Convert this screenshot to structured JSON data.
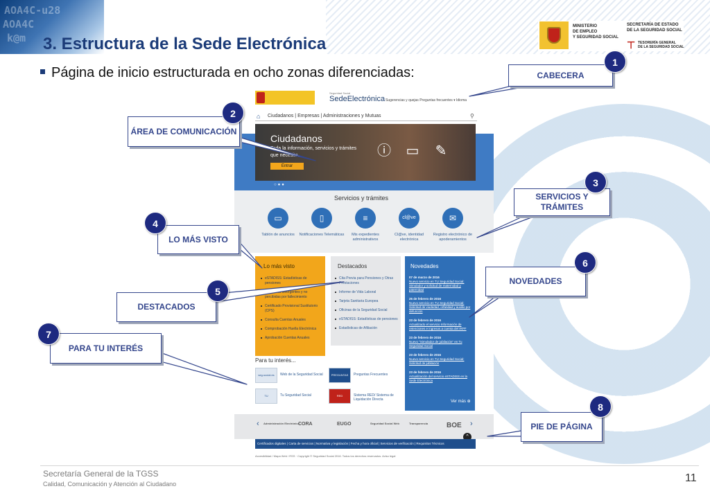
{
  "slide": {
    "title": "3. Estructura de la Sede Electrónica",
    "subtitle": "Página de inicio estructurada en ocho zonas diferenciadas:",
    "footer_org": "Secretaría General de la TGSS",
    "footer_dept": "Calidad, Comunicación y Atención al Ciudadano",
    "page_number": "11"
  },
  "logos": {
    "ministry": "MINISTERIO\nDE EMPLEO\nY SEGURIDAD SOCIAL",
    "secretary": "SECRETARÍA DE ESTADO\nDE LA SEGURIDAD SOCIAL",
    "tgss": "TESORERÍA GENERAL\nDE LA SEGURIDAD SOCIAL"
  },
  "site": {
    "brand_small": "Seguridad Social",
    "brand": "SedeElectrónica",
    "top_links": "Sugerencias y quejas   Preguntas frecuentes   ▾ Idioma",
    "nav": "Ciudadanos  |  Empresas  |  Administraciones y Mutuas",
    "hero_title": "Ciudadanos",
    "hero_text": "Toda la información, servicios y trámites que necesite.",
    "hero_button": "Entrar",
    "services_title": "Servicios y trámites",
    "services": [
      {
        "label": "Tablón de anuncios",
        "icon": "screen-icon"
      },
      {
        "label": "Notificaciones Telemáticas",
        "icon": "document-icon"
      },
      {
        "label": "Mis expedientes administrativos",
        "icon": "folder-icon"
      },
      {
        "label": "Cl@ve, identidad electrónica",
        "icon": "clave-icon"
      },
      {
        "label": "Registro electrónico de apoderamientos",
        "icon": "mail-icon"
      }
    ],
    "mas_visto_title": "Lo más visto",
    "mas_visto": [
      "eSTADISS: Estadísticas de pensiones",
      "Pensiones divergentes y no percibidas por fallecimiento",
      "Certificado Provisional Sustitutorio (CPS)",
      "Consulta Cuentas Anuales",
      "Comprobación Huella Electrónica",
      "Aprobación Cuentas Anuales"
    ],
    "destacados_title": "Destacados",
    "destacados": [
      "Cita Previa para Pensiones y Otras Prestaciones",
      "Informe de Vida Laboral",
      "Tarjeta Sanitaria Europea",
      "Oficinas de la Seguridad Social",
      "eSTADISS: Estadísticas de pensiones",
      "Estadísticas de Afiliación"
    ],
    "novedades_title": "Novedades",
    "novedades": [
      {
        "date": "07 de marzo de 2016",
        "text": "Nuevo servicio en TU Seguridad Social: Simulador y solicitud de maternidad y paternidad"
      },
      {
        "date": "25 de febrero de 2016",
        "text": "Nuevo servicio en TU Seguridad Social: Solicitud de viudedad, orfandad y auxilio por defunción"
      },
      {
        "date": "23 de febrero de 2016",
        "text": "Actualizado el servicio Información de retenciones e ingresos a cuenta del IRPF"
      },
      {
        "date": "23 de febrero de 2016",
        "text": "Nuevo \"Simulador de jubilación\" en Tu Seguridad Social"
      },
      {
        "date": "23 de febrero de 2016",
        "text": "Nuevo servicio en TU Seguridad Social: Solicitud de jubilación"
      },
      {
        "date": "23 de febrero de 2016",
        "text": "Actualización del servicio eSTADISS en la Sede Electrónica"
      }
    ],
    "ver_mas": "Ver más ⊕",
    "interes_title": "Para tu interés...",
    "interes": [
      {
        "logo": "seg-social.es",
        "label": "Web de la Seguridad Social"
      },
      {
        "logo": "PREGUNTAS",
        "label": "Preguntas Frecuentes"
      },
      {
        "logo": "TU SEGURIDAD SOCIAL",
        "label": "Tu Seguridad Social"
      },
      {
        "logo": "RED",
        "label": "Sistema RED/ Sistema de Liquidación Directa"
      }
    ],
    "footer_logos": [
      "Administración Electrónica",
      "CORA",
      "EUGO",
      "Seguridad Social Web",
      "Transparencia",
      "BOE"
    ],
    "footer_links": "Certificados digitales  |  Carta de servicios  |  Normativa y legislación  |  Fecha y hora oficial  |  Servicios de verificación  |  Requisitos Técnicos",
    "footer_copy": "Accesibilidad  /  Mapa Web  /  RSS  ·  Copyright © Seguridad Social 2016. Todos los derechos reservados.  Aviso legal"
  },
  "callouts": [
    {
      "num": "1",
      "label": "CABECERA"
    },
    {
      "num": "2",
      "label": "ÁREA DE COMUNICACIÓN"
    },
    {
      "num": "3",
      "label": "SERVICIOS Y TRÁMITES"
    },
    {
      "num": "4",
      "label": "LO MÁS VISTO"
    },
    {
      "num": "5",
      "label": "DESTACADOS"
    },
    {
      "num": "6",
      "label": "NOVEDADES"
    },
    {
      "num": "7",
      "label": "PARA TU INTERÉS"
    },
    {
      "num": "8",
      "label": "PIE DE PÁGINA"
    }
  ],
  "colors": {
    "title": "#1b3b78",
    "callout": "#34468c",
    "badge": "#1e2a80",
    "site_blue": "#2f6fb7",
    "site_orange": "#f2a61b"
  }
}
